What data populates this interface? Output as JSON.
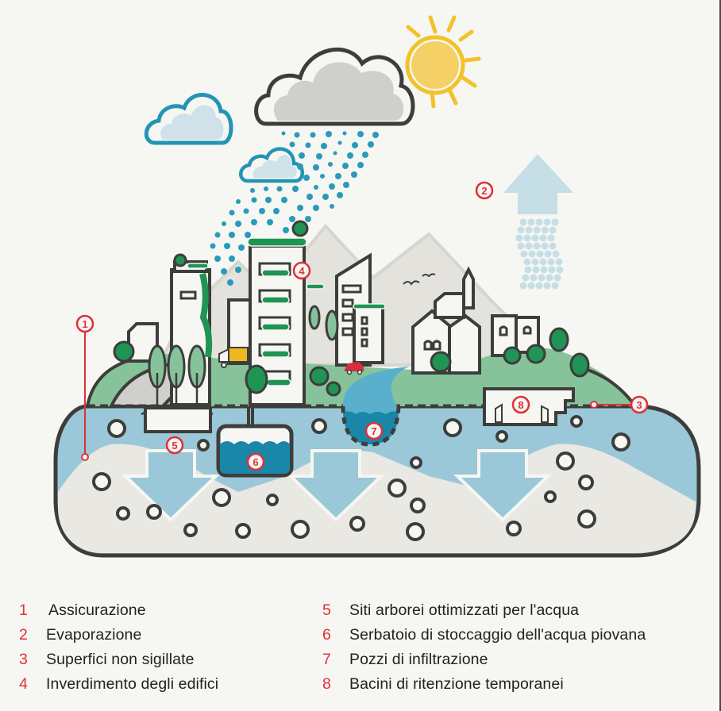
{
  "colors": {
    "background": "#f6f6f2",
    "outline": "#3d3d3b",
    "accent_red": "#e0303a",
    "water_light": "#9ac8d8",
    "water_dark": "#1a86a8",
    "rain_blue": "#2a9abb",
    "ground_light": "#e9e8e3",
    "green_light": "#86c29a",
    "green_dark": "#1f9455",
    "cloud_gray": "#cfcfcd",
    "sun_yellow": "#f2c22a",
    "sun_core": "#f5d066",
    "evaporation": "#c6dee6",
    "mountain": "#e3e2dd",
    "truck_yellow": "#f0b820",
    "car_red": "#d6303a"
  },
  "diagram": {
    "markers": [
      {
        "num": "1",
        "topic": "Assicurazione"
      },
      {
        "num": "2",
        "topic": "Evaporazione"
      },
      {
        "num": "3",
        "topic": "Superfici non sigillate"
      },
      {
        "num": "4",
        "topic": "Inverdimento degli edifici"
      },
      {
        "num": "5",
        "topic": "Siti arborei ottimizzati per l'acqua"
      },
      {
        "num": "6",
        "topic": "Serbatoio di stoccaggio dell'acqua piovana"
      },
      {
        "num": "7",
        "topic": "Pozzi di infiltrazione"
      },
      {
        "num": "8",
        "topic": "Bacini di ritenzione temporanei"
      }
    ],
    "elements": [
      "sun",
      "rain-cloud",
      "small-cloud-left",
      "small-cloud-lower",
      "rain-drops",
      "evaporation-arrow",
      "mountains",
      "buildings",
      "green-roof-tower",
      "church",
      "trees",
      "truck",
      "car",
      "pond",
      "underground-soil",
      "infiltration-arrows",
      "storage-tank",
      "retention-basin"
    ]
  },
  "legend": {
    "left": [
      {
        "num": "1",
        "label": "Assicurazione"
      },
      {
        "num": "2",
        "label": "Evaporazione"
      },
      {
        "num": "3",
        "label": "Superfici non sigillate"
      },
      {
        "num": "4",
        "label": "Inverdimento degli edifici"
      }
    ],
    "right": [
      {
        "num": "5",
        "label": "Siti arborei ottimizzati per l'acqua"
      },
      {
        "num": "6",
        "label": "Serbatoio di stoccaggio dell'acqua piovana"
      },
      {
        "num": "7",
        "label": "Pozzi di infiltrazione"
      },
      {
        "num": "8",
        "label": "Bacini di ritenzione temporanei"
      }
    ]
  }
}
